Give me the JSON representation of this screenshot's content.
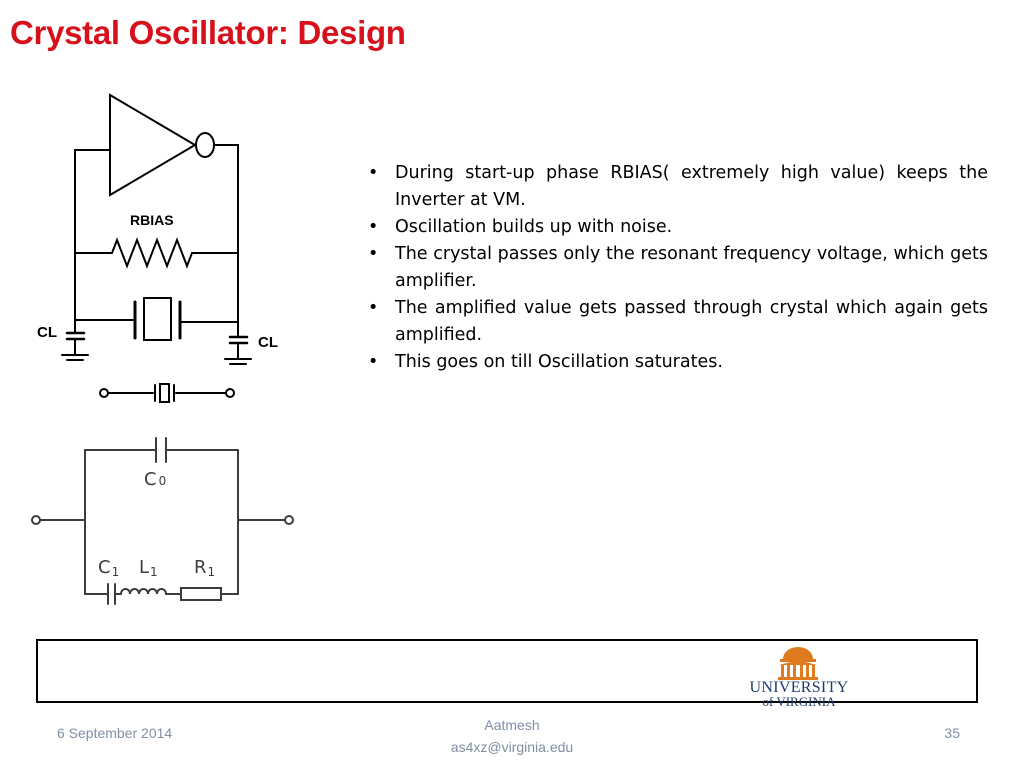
{
  "slide": {
    "title": "Crystal Oscillator: Design"
  },
  "diagram": {
    "rbias_label": "RBIAS",
    "cl_left_label": "CL",
    "cl_right_label": "CL",
    "c0_label": "C",
    "c0_sub": "0",
    "c1_label": "C",
    "c1_sub": "1",
    "l1_label": "L",
    "l1_sub": "1",
    "r1_label": "R",
    "r1_sub": "1"
  },
  "bullets": [
    "During start-up phase RBIAS( extremely high value) keeps the Inverter at VM.",
    "Oscillation builds up with noise.",
    "The crystal passes only the resonant frequency voltage, which gets amplifier.",
    "The amplified value gets passed through crystal which again gets amplified.",
    "This goes on till Oscillation saturates."
  ],
  "logo": {
    "line1": "UNIVERSITY",
    "line2": "of VIRGINIA",
    "colors": {
      "dome": "#e07a1f",
      "text": "#1f3b6f"
    }
  },
  "footer": {
    "date": "6 September 2014",
    "author": "Aatmesh",
    "email": "as4xz@virginia.edu",
    "page": "35"
  },
  "colors": {
    "title": "#d6111b",
    "footer_text": "#7f8fa6"
  }
}
